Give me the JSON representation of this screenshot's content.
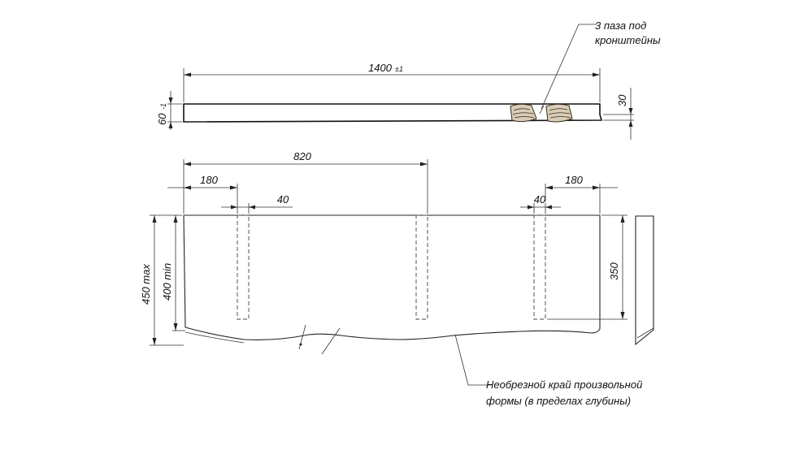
{
  "labels": {
    "top_length": "1400",
    "top_length_tol": "±1",
    "thickness_left": "60",
    "thickness_left_tol": "-1",
    "thickness_right": "30",
    "bracket_note_line1": "3 паза  под",
    "bracket_note_line2": "кронштейны",
    "dim_820": "820",
    "dim_180_left": "180",
    "dim_40_left": "40",
    "dim_40_right": "40",
    "dim_180_right": "180",
    "dim_450": "450 max",
    "dim_400": "400 min",
    "dim_350": "350",
    "edge_note_line1": "Необрезной край произвольной",
    "edge_note_line2": "формы (в пределах глубины)"
  },
  "colors": {
    "line": "#222222",
    "wood": "#d9cdb7",
    "wood_grain": "#3a2d1c"
  }
}
